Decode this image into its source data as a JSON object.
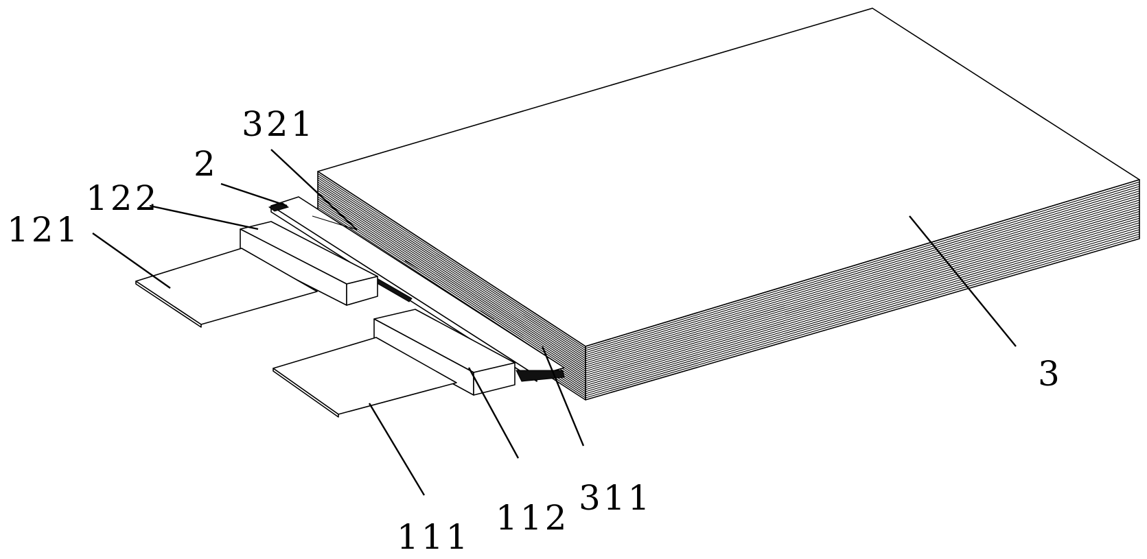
{
  "labels": {
    "body_3": "3",
    "slot_321": "321",
    "cover_2": "2",
    "block_122": "122",
    "tab_121": "121",
    "block_112": "112",
    "slot_311": "311",
    "tab_111": "111"
  }
}
